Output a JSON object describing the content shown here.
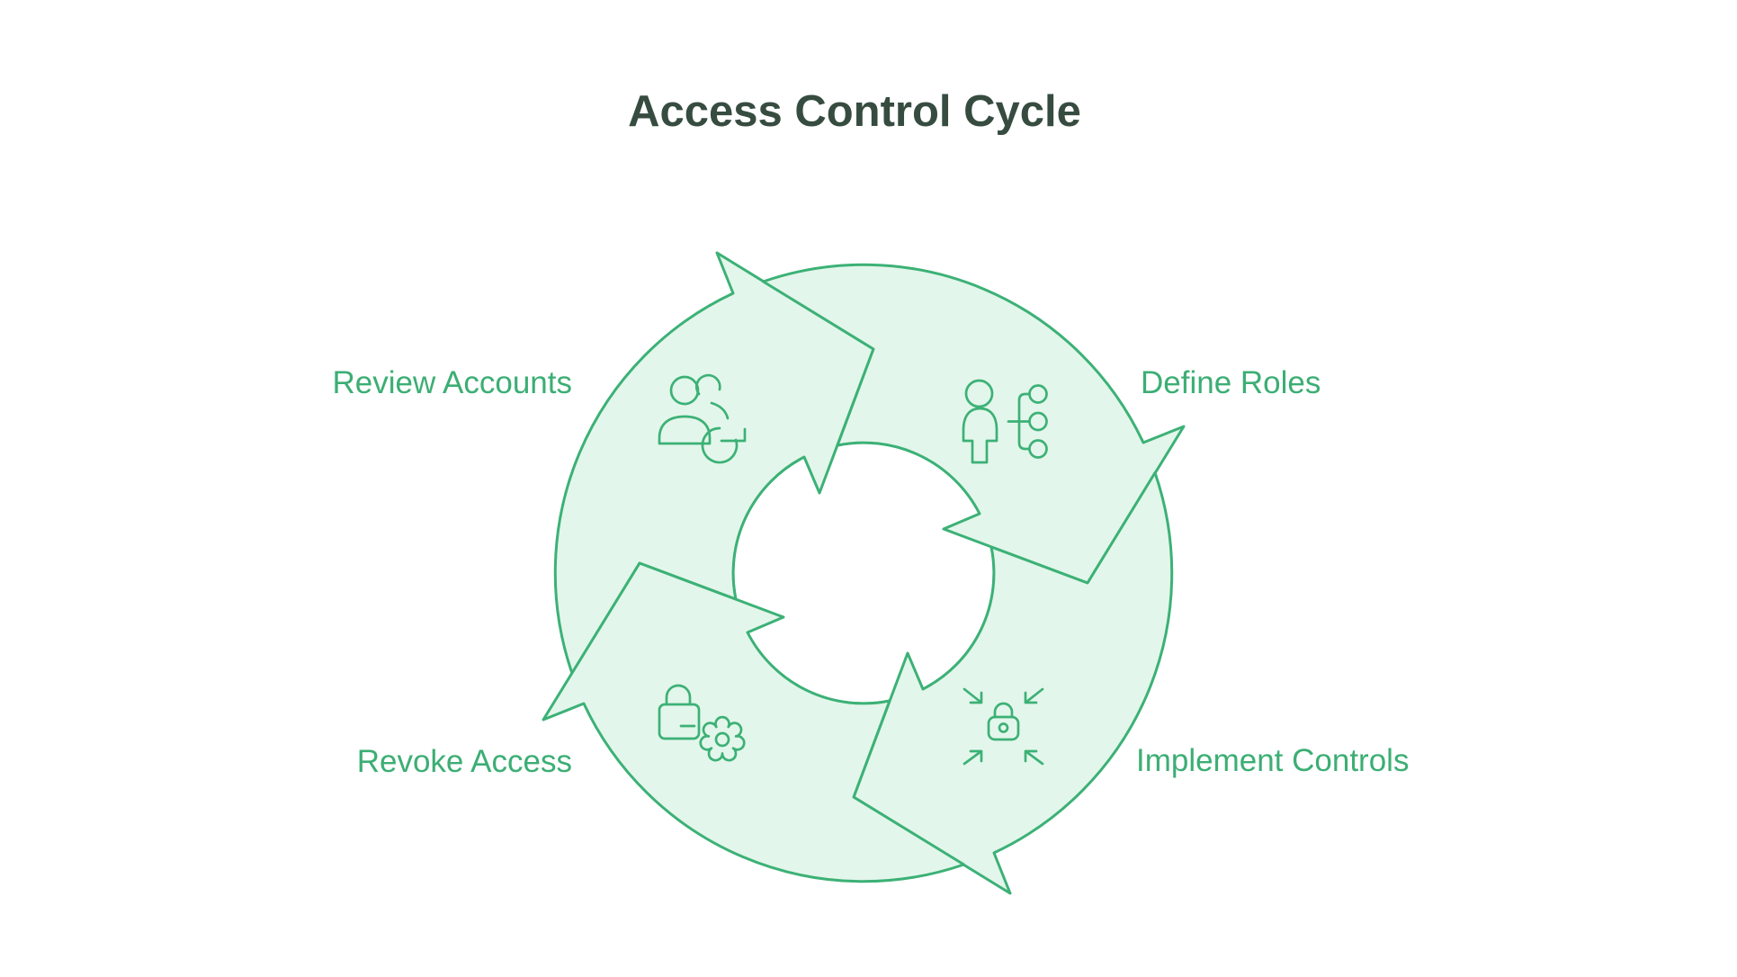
{
  "title": "Access Control Cycle",
  "colors": {
    "stroke": "#3cb176",
    "fill": "#e3f6eb",
    "label": "#3cae74",
    "title": "#374c40",
    "background": "#ffffff"
  },
  "diagram": {
    "type": "cycle",
    "direction": "clockwise",
    "steps": [
      {
        "label": "Review Accounts",
        "icon": "users-refresh-icon",
        "position": "top-left"
      },
      {
        "label": "Define Roles",
        "icon": "person-hierarchy-icon",
        "position": "top-right"
      },
      {
        "label": "Implement Controls",
        "icon": "lock-converge-icon",
        "position": "bottom-right"
      },
      {
        "label": "Revoke Access",
        "icon": "lock-gear-icon",
        "position": "bottom-left"
      }
    ]
  }
}
